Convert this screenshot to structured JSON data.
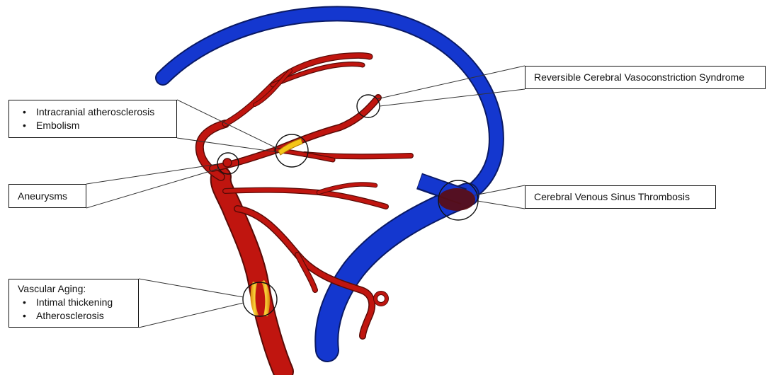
{
  "labels": {
    "intracranial": {
      "items": [
        "Intracranial atherosclerosis",
        "Embolism"
      ]
    },
    "aneurysms": "Aneurysms",
    "vascular_aging": {
      "title": "Vascular Aging:",
      "items": [
        "Intimal thickening",
        "Atherosclerosis"
      ]
    },
    "rcvs": "Reversible Cerebral Vasoconstriction Syndrome",
    "cvst": "Cerebral Venous Sinus Thrombosis"
  },
  "colors": {
    "artery": "#c0150f",
    "artery_outline": "#5a0b07",
    "vein": "#1437cf",
    "vein_outline": "#0a1a66",
    "plaque": "#f5c518",
    "thrombus": "#5a0d14",
    "leader": "#333333"
  }
}
